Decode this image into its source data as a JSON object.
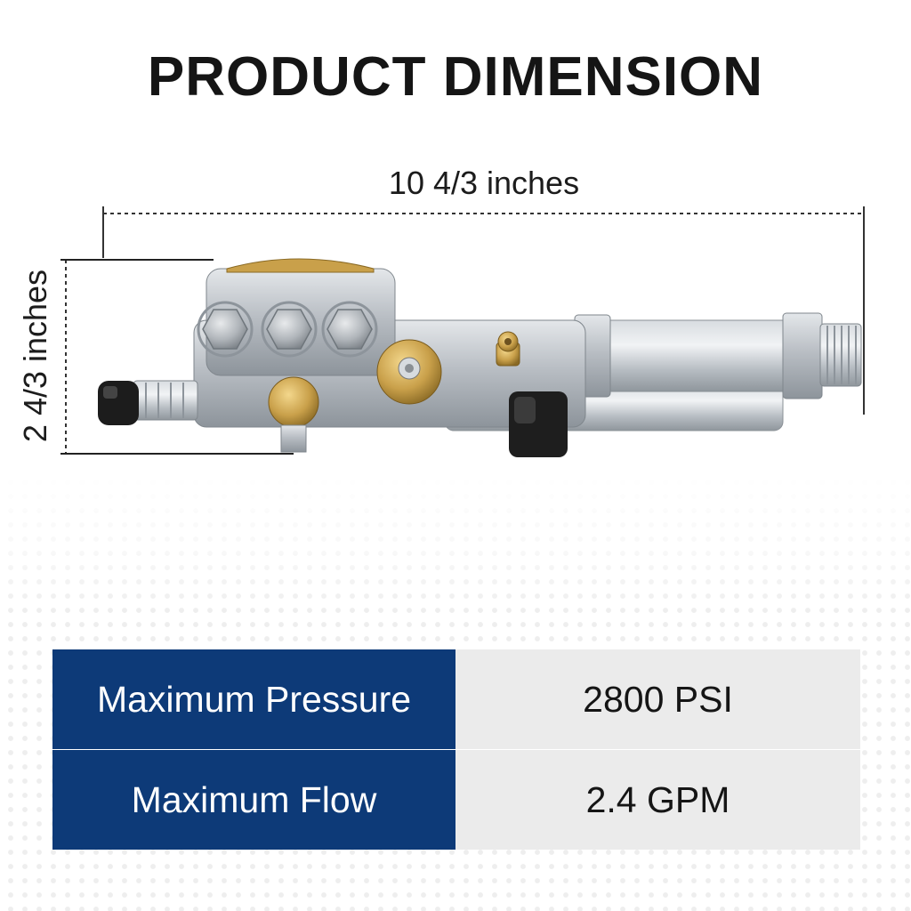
{
  "title": "PRODUCT DIMENSION",
  "dimensions": {
    "width_label": "10 4/3 inches",
    "height_label": "2 4/3 inches"
  },
  "product": {
    "icon": "pressure-washer-pump-icon"
  },
  "specs": [
    {
      "label": "Maximum Pressure",
      "value": "2800 PSI"
    },
    {
      "label": "Maximum Flow",
      "value": "2.4 GPM"
    }
  ],
  "colors": {
    "table_label_bg": "#0d3a78",
    "table_value_bg": "#ebebeb",
    "title": "#151515"
  }
}
